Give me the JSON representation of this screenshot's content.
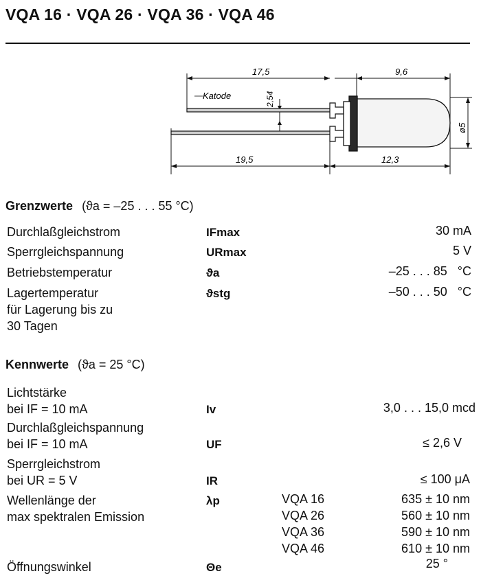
{
  "title": "VQA 16 · VQA 26 · VQA 36 · VQA 46",
  "drawing": {
    "dim_top_left": "17,5",
    "dim_top_right": "9,6",
    "dim_pitch": "2,54",
    "dim_diameter": "ø5",
    "dim_bottom_left": "19,5",
    "dim_bottom_right": "12,3",
    "katode_label": "Katode"
  },
  "limits": {
    "heading": "Grenzwerte",
    "condition": "(ϑa = –25 . . . 55 °C)",
    "rows": [
      {
        "name": "Durchlaßgleichstrom",
        "symbol": "IFmax",
        "value": "30 mA"
      },
      {
        "name": "Sperrgleichspannung",
        "symbol": "URmax",
        "value": "5 V"
      },
      {
        "name": "Betriebstemperatur",
        "symbol": "ϑa",
        "value": "–25 . . . 85   °C"
      },
      {
        "name": "Lagertemperatur",
        "name2": "für Lagerung bis zu",
        "name3": "30 Tagen",
        "symbol": "ϑstg",
        "value": "–50 . . . 50   °C"
      }
    ]
  },
  "characteristics": {
    "heading": "Kennwerte",
    "condition": "(ϑa = 25 °C)",
    "rows": [
      {
        "name": "Lichtstärke",
        "name2": "bei IF = 10 mA",
        "symbol": "Iv",
        "value": "3,0 . . . 15,0 mcd"
      },
      {
        "name": "Durchlaßgleichspannung",
        "name2": "bei IF = 10 mA",
        "symbol": "UF",
        "value": "≤ 2,6 V"
      },
      {
        "name": "Sperrgleichstrom",
        "name2": "bei UR = 5 V",
        "symbol": "IR",
        "value": "≤ 100 μA"
      },
      {
        "name": "Wellenlänge der",
        "name2": "max spektralen Emission",
        "symbol": "λp",
        "value": ""
      },
      {
        "name": "Öffnungswinkel",
        "symbol": "Θe",
        "value": "25 °"
      }
    ],
    "wavelengths": [
      {
        "model": "VQA 16",
        "value": "635 ± 10 nm"
      },
      {
        "model": "VQA 26",
        "value": "560 ± 10 nm"
      },
      {
        "model": "VQA 36",
        "value": "590 ± 10 nm"
      },
      {
        "model": "VQA 46",
        "value": "610 ± 10 nm"
      }
    ]
  }
}
